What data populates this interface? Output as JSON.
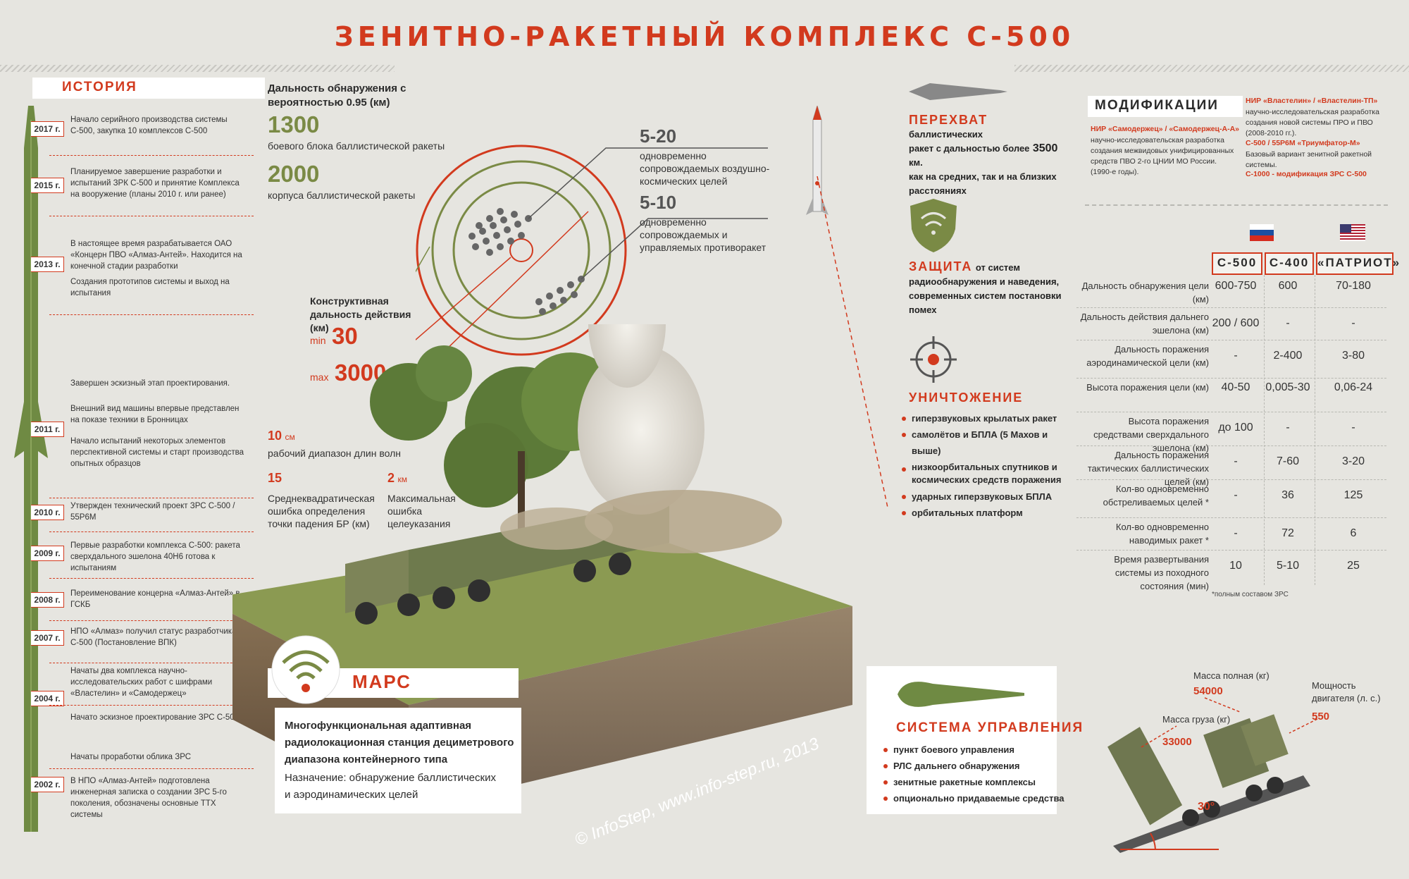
{
  "title": "ЗЕНИТНО-РАКЕТНЫЙ КОМПЛЕКС С-500",
  "history": {
    "heading": "ИСТОРИЯ",
    "items": [
      {
        "year": "2017 г.",
        "text": "Начало серийного производства системы С-500, закупка 10 комплексов С-500"
      },
      {
        "year": "2015 г.",
        "text": "Планируемое завершение разработки и испытаний ЗРК С-500 и принятие Комплекса на вооружение (планы 2010 г. или ранее)"
      },
      {
        "year": "2013 г.",
        "text": "В настоящее время разрабатывается ОАО «Концерн ПВО «Алмаз-Антей». Находится на конечной стадии разработки"
      },
      {
        "year": "",
        "text": "Создания прототипов системы и выход на испытания"
      },
      {
        "year": "",
        "text": "Завершен эскизный этап проектирования."
      },
      {
        "year": "2011 г.",
        "text": "Внешний вид машины впервые представлен на показе техники в Бронницах"
      },
      {
        "year": "",
        "text": "Начало испытаний некоторых элементов перспективной системы и старт производства опытных образцов"
      },
      {
        "year": "2010 г.",
        "text": "Утвержден технический проект ЗРС С-500 / 55Р6М"
      },
      {
        "year": "2009 г.",
        "text": "Первые разработки комплекса С-500: ракета сверхдального эшелона 40Н6 готова к испытаниям"
      },
      {
        "year": "2008 г.",
        "text": "Переименование концерна «Алмаз-Антей» в ГСКБ"
      },
      {
        "year": "2007 г.",
        "text": "НПО «Алмаз» получил статус разработчика С-500 (Постановление ВПК)"
      },
      {
        "year": "2004 г.",
        "text": "Начаты два комплекса научно-исследовательских работ с шифрами «Властелин» и «Самодержец»"
      },
      {
        "year": "",
        "text": "Начато эскизное проектирование ЗРС С-500"
      },
      {
        "year": "",
        "text": "Начаты проработки облика ЗРС"
      },
      {
        "year": "2002 г.",
        "text": "В НПО «Алмаз-Антей» подготовлена инженерная записка о создании ЗРС 5-го поколения, обозначены основные ТТХ системы"
      }
    ]
  },
  "detection": {
    "label": "Дальность обнаружения с вероятностью 0.95 (км)",
    "v1": "1300",
    "t1": "боевого блока баллистической ракеты",
    "v2": "2000",
    "t2": "корпуса баллистической ракеты",
    "v3": "5-20",
    "t3": "одновременно сопровождаемых воздушно-космических целей",
    "v4": "5-10",
    "t4": "одновременно сопровождаемых и управляемых противоракет",
    "range_label": "Конструктивная дальность действия (км)",
    "min_label": "min",
    "min_value": "30",
    "max_label": "max",
    "max_value": "3000"
  },
  "waves": {
    "v1": "10",
    "u1": "см",
    "t1": "рабочий диапазон длин волн",
    "v2": "15",
    "t2": "Среднеквадратическая ошибка определения точки падения БР (км)",
    "v3": "2",
    "u3": "км",
    "t3": "Максимальная ошибка целеуказания"
  },
  "functions": {
    "intercept_head": "ПЕРЕХВАТ",
    "intercept_text1": "баллистических",
    "intercept_text2": "ракет с дальностью более",
    "intercept_num": "3500",
    "intercept_text3": "км.",
    "intercept_text4": "как на средних, так и на близких расстояниях",
    "protect_head": "ЗАЩИТА",
    "protect_text1": "от систем",
    "protect_text2": "радиообнаружения и наведения, современных систем постановки помех",
    "destroy_head": "УНИЧТОЖЕНИЕ",
    "destroy_items": [
      "гиперзвуковых крылатых ракет",
      "самолётов и БПЛА (5 Махов и выше)",
      "низкоорбитальных спутников и космических средств поражения",
      "ударных гиперзвуковых БПЛА",
      "орбитальных платформ"
    ]
  },
  "modifications": {
    "heading": "МОДИФИКАЦИИ",
    "m1_name": "НИР «Самодержец» / «Самодержец-А-А»",
    "m1_text": "научно-исследовательская разработка создания межвидовых унифицированных средств ПВО 2-го ЦНИИ МО России. (1990-е годы).",
    "m2_name": "НИР «Властелин» / «Властелин-ТП»",
    "m2_text": "научно-исследовательская разработка создания новой системы ПРО и ПВО (2008-2010 гг.).",
    "m3_name": "С-500 / 55Р6М «Триумфатор-М»",
    "m3_text": "Базовый вариант зенитной ракетной системы.",
    "m4_name": "С-1000 - модификация ЗРС С-500"
  },
  "comparison": {
    "columns": [
      "С-500",
      "С-400",
      "«ПАТРИОТ»"
    ],
    "rows": [
      {
        "label": "Дальность обнаружения цели (км)",
        "values": [
          "600-750",
          "600",
          "70-180"
        ]
      },
      {
        "label": "Дальность действия дальнего эшелона (км)",
        "values": [
          "200 / 600",
          "-",
          "-"
        ]
      },
      {
        "label": "Дальность поражения аэродинамической цели (км)",
        "values": [
          "-",
          "2-400",
          "3-80"
        ]
      },
      {
        "label": "Высота поражения цели (км)",
        "values": [
          "40-50",
          "0,005-30",
          "0,06-24"
        ]
      },
      {
        "label": "Высота поражения средствами сверхдального эшелона (км)",
        "values": [
          "до 100",
          "-",
          "-"
        ]
      },
      {
        "label": "Дальность поражения тактических баллистических целей (км)",
        "values": [
          "-",
          "7-60",
          "3-20"
        ]
      },
      {
        "label": "Кол-во одновременно обстреливаемых целей *",
        "values": [
          "-",
          "36",
          "125"
        ]
      },
      {
        "label": "Кол-во одновременно наводимых ракет *",
        "values": [
          "-",
          "72",
          "6"
        ]
      },
      {
        "label": "Время развертывания системы из походного состояния (мин)",
        "values": [
          "10",
          "5-10",
          "25"
        ]
      }
    ],
    "footnote": "*полным составом ЗРС"
  },
  "mars": {
    "heading": "МАРС",
    "desc": "Многофункциональная адаптивная радиолокационная станция дециметрового диапазона контейнерного типа",
    "purpose": "Назначение: обнаружение баллистических и аэродинамических целей"
  },
  "control": {
    "heading": "СИСТЕМА УПРАВЛЕНИЯ",
    "items": [
      "пункт боевого управления",
      "РЛС дальнего обнаружения",
      "зенитные ракетные комплексы",
      "опционально придаваемые средства"
    ]
  },
  "vehicle": {
    "mass_full_label": "Масса полная  (кг)",
    "mass_full": "54000",
    "mass_cargo_label": "Масса груза (кг)",
    "mass_cargo": "33000",
    "power_label": "Мощность двигателя (л. с.)",
    "power": "550",
    "angle": "30°"
  },
  "copyright": "© InfoStep, www.info-step.ru, 2013",
  "colors": {
    "accent": "#d23a1e",
    "olive": "#7a8a45",
    "bg": "#e6e5e0"
  }
}
